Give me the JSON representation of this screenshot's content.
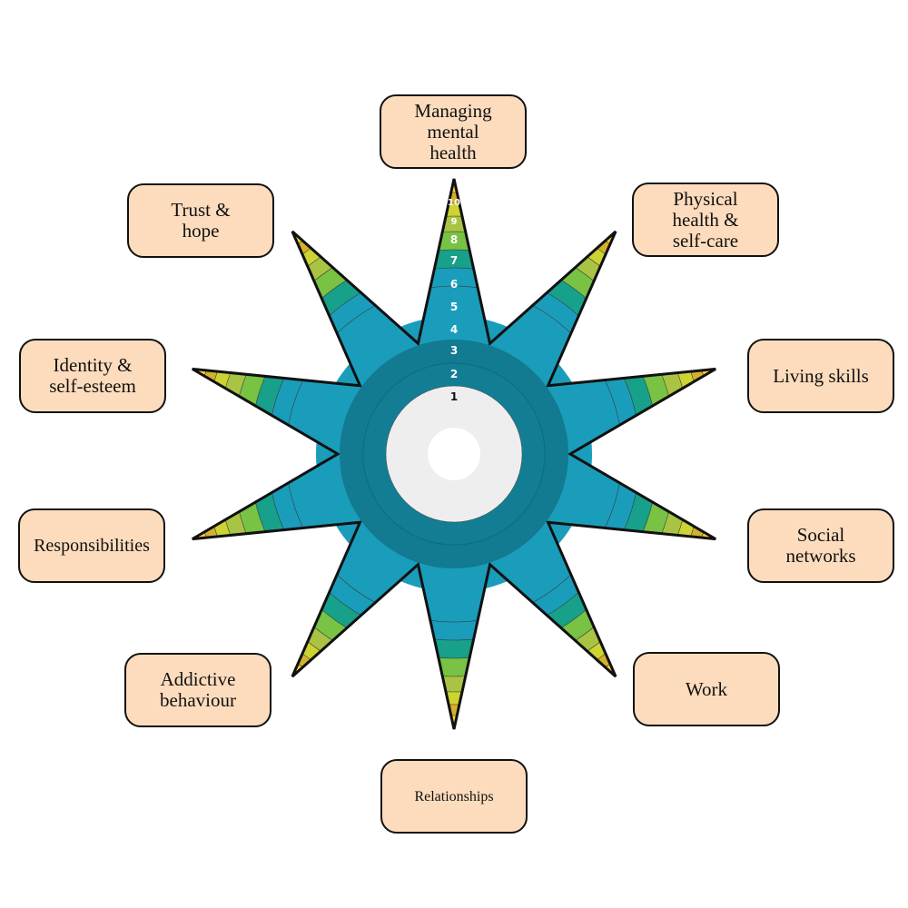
{
  "colors": {
    "label_fill": "#fddcbd",
    "outline": "#111111",
    "center_white": "#ffffff",
    "center_grey": "#eeeeee",
    "level_colors": [
      "#eeeeee",
      "#127a91",
      "#1a9dbb",
      "#1a9dbb",
      "#17a08a",
      "#78c244",
      "#a9c444",
      "#cdd331",
      "#d4b12c",
      "#ffd332"
    ]
  },
  "scale": {
    "levels": [
      "1",
      "2",
      "3",
      "4",
      "5",
      "6",
      "7",
      "8",
      "9",
      "10"
    ]
  },
  "areas": [
    {
      "label": "Managing\nmental\nhealth"
    },
    {
      "label": "Physical\nhealth &\nself-care"
    },
    {
      "label": "Living skills"
    },
    {
      "label": "Social\nnetworks"
    },
    {
      "label": "Work"
    },
    {
      "label": "Relationships"
    },
    {
      "label": "Addictive\nbehaviour"
    },
    {
      "label": "Responsibilities"
    },
    {
      "label": "Identity &\nself-esteem"
    },
    {
      "label": "Trust &\nhope"
    }
  ]
}
